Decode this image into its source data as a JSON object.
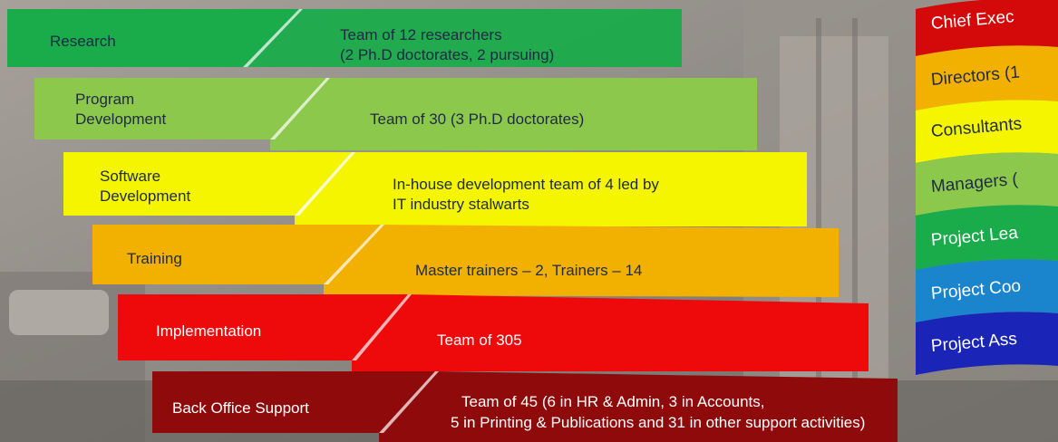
{
  "departments": [
    {
      "label": "Research",
      "desc_line1": "Team of 12 researchers",
      "desc_line2": "(2 Ph.D doctorates, 2 pursuing)",
      "color": "#1aab4b",
      "text_color": "#1f2a44"
    },
    {
      "label_line1": "Program",
      "label_line2": "Development",
      "desc_line1": "Team of 30 (3 Ph.D doctorates)",
      "color": "#8cc84b",
      "text_color": "#1f2a44"
    },
    {
      "label_line1": "Software",
      "label_line2": "Development",
      "desc_line1": "In-house development team of 4 led by",
      "desc_line2": "IT industry stalwarts",
      "color": "#f5f500",
      "text_color": "#1f2a44"
    },
    {
      "label": "Training",
      "desc_line1": "Master trainers – 2, Trainers – 14",
      "color": "#f2b100",
      "text_color": "#1f2a44"
    },
    {
      "label": "Implementation",
      "desc_line1": "Team of 305",
      "color": "#ee0a0a",
      "text_color": "#ffffff"
    },
    {
      "label": "Back Office Support",
      "desc_line1": "Team of 45 (6 in HR & Admin, 3 in Accounts,",
      "desc_line2": "5 in Printing & Publications and 31 in other support activities)",
      "color": "#8f0a0a",
      "text_color": "#ffffff"
    }
  ],
  "hierarchy": [
    {
      "label": "Chief Exec",
      "color": "#d40a0a",
      "text_color": "#ffffff"
    },
    {
      "label": "Directors (1",
      "color": "#f2b100",
      "text_color": "#1f2a44"
    },
    {
      "label": "Consultants",
      "color": "#f5f500",
      "text_color": "#1f2a44"
    },
    {
      "label": "Managers (",
      "color": "#8cc84b",
      "text_color": "#1f2a44"
    },
    {
      "label": "Project Lea",
      "color": "#1aab4b",
      "text_color": "#ffffff"
    },
    {
      "label": "Project Coo",
      "color": "#1a84cc",
      "text_color": "#ffffff"
    },
    {
      "label": "Project Ass",
      "color": "#1a25b8",
      "text_color": "#ffffff"
    }
  ]
}
